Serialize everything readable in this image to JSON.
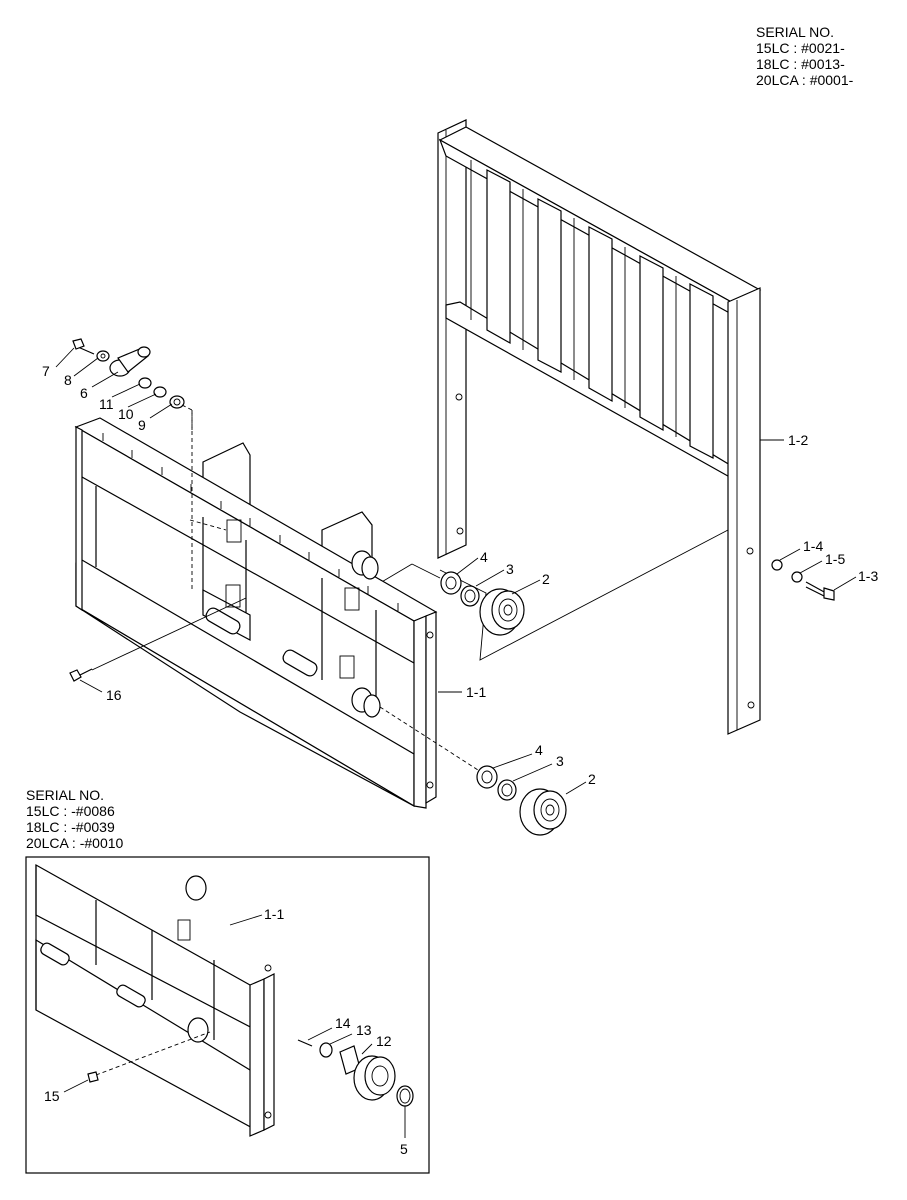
{
  "serial_top": {
    "heading": "SERIAL NO.",
    "lines": [
      "15LC : #0021-",
      "18LC : #0013-",
      "20LCA : #0001-"
    ]
  },
  "serial_bottom": {
    "heading": "SERIAL NO.",
    "lines": [
      "15LC : -#0086",
      "18LC : -#0039",
      "20LCA : -#0010"
    ]
  },
  "callouts": {
    "c7": "7",
    "c8": "8",
    "c6": "6",
    "c11": "11",
    "c10": "10",
    "c9": "9",
    "c1_2": "1-2",
    "c1_4": "1-4",
    "c1_5": "1-5",
    "c1_3": "1-3",
    "c4a": "4",
    "c3a": "3",
    "c2a": "2",
    "c16": "16",
    "c1_1": "1-1",
    "c4b": "4",
    "c3b": "3",
    "c2b": "2",
    "c1_1_inset": "1-1",
    "c14": "14",
    "c13": "13",
    "c12": "12",
    "c15": "15",
    "c5": "5"
  }
}
